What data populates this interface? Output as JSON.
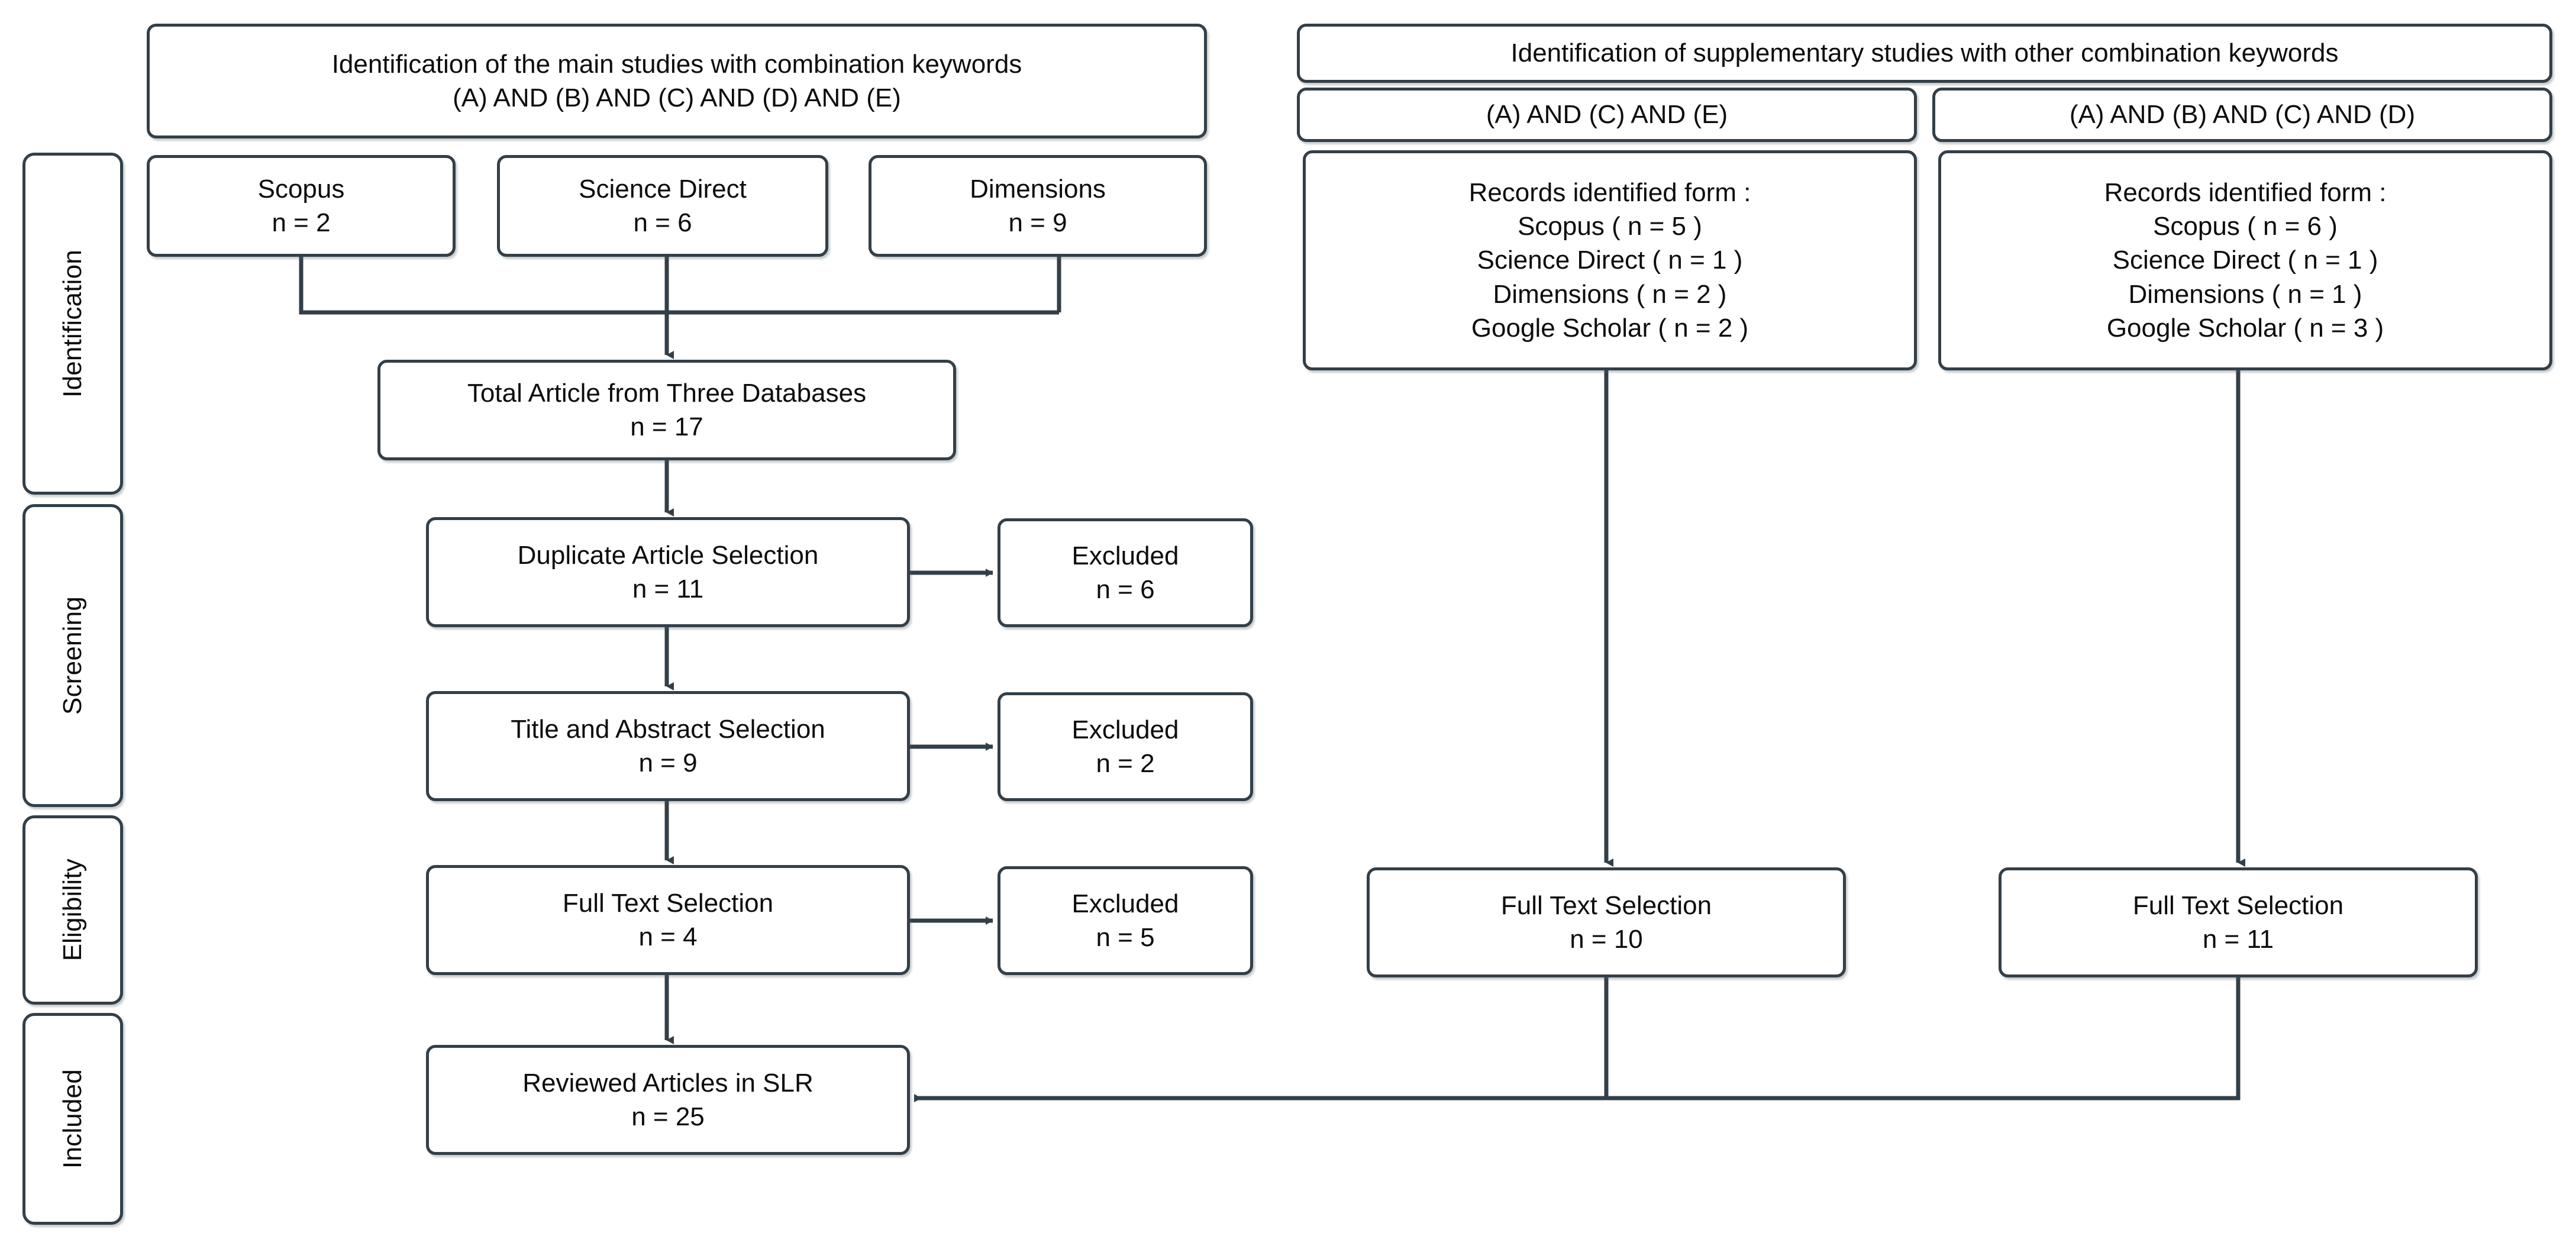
{
  "meta": {
    "title": "PRISMA study selection flow diagram",
    "accent_color": "#333F48",
    "background_color": "#FFFFFF",
    "text_color": "#0C0C0C"
  },
  "headers": {
    "main_keywords_line1": "Identification of the main studies with combination keywords",
    "main_keywords_line2": "(A) AND (B) AND (C) AND (D) AND (E)",
    "supplementary_keywords": "Identification of supplementary studies with other combination keywords",
    "supplementary_combo_1": "(A) AND (C) AND (E)",
    "supplementary_combo_2": "(A) AND (B) AND (C) AND (D)"
  },
  "stages": [
    {
      "label": "Identification"
    },
    {
      "label": "Screening"
    },
    {
      "label": "Eligibility"
    },
    {
      "label": "Included"
    }
  ],
  "databases": [
    {
      "name": "Scopus",
      "count": "n = 2"
    },
    {
      "name": "Science Direct",
      "count": "n = 6"
    },
    {
      "name": "Dimensions",
      "count": "n = 9"
    }
  ],
  "main_flow": {
    "total_articles": {
      "label": "Total Article from Three Databases",
      "count": "n = 17"
    },
    "duplicate": {
      "label": "Duplicate Article Selection",
      "count": "n = 11"
    },
    "title_abstract": {
      "label": "Title and Abstract Selection",
      "count": "n = 9"
    },
    "full_text": {
      "label": "Full Text Selection",
      "count": "n = 4"
    },
    "reviewed": {
      "label": "Reviewed Articles in SLR",
      "count": "n = 25"
    }
  },
  "excluded": [
    {
      "label": "Excluded",
      "count": "n = 6"
    },
    {
      "label": "Excluded",
      "count": "n = 2"
    },
    {
      "label": "Excluded",
      "count": "n = 5"
    }
  ],
  "supplementary": [
    {
      "combo": "(A) AND (C) AND (E)",
      "records_heading": "Records identified form :",
      "records": [
        "Scopus ( n = 5 )",
        "Science Direct ( n = 1 )",
        "Dimensions ( n = 2 )",
        "Google Scholar ( n = 2 )"
      ],
      "full_text": {
        "label": "Full Text Selection",
        "count": "n = 10"
      }
    },
    {
      "combo": "(A) AND (B) AND (C) AND (D)",
      "records_heading": "Records identified form :",
      "records": [
        "Scopus ( n = 6 )",
        "Science Direct ( n = 1 )",
        "Dimensions ( n = 1 )",
        "Google Scholar ( n = 3 )"
      ],
      "full_text": {
        "label": "Full Text Selection",
        "count": "n = 11"
      }
    }
  ],
  "chart_data": {
    "type": "diagram",
    "title": "PRISMA flow of study identification, screening, eligibility and inclusion",
    "nodes": [
      {
        "id": "scopus",
        "stage": "Identification",
        "label": "Scopus",
        "n": 2
      },
      {
        "id": "science-direct",
        "stage": "Identification",
        "label": "Science Direct",
        "n": 6
      },
      {
        "id": "dimensions",
        "stage": "Identification",
        "label": "Dimensions",
        "n": 9
      },
      {
        "id": "total",
        "stage": "Identification",
        "label": "Total Article from Three Databases",
        "n": 17
      },
      {
        "id": "duplicate",
        "stage": "Screening",
        "label": "Duplicate Article Selection",
        "n": 11
      },
      {
        "id": "excluded-1",
        "stage": "Screening",
        "label": "Excluded",
        "n": 6
      },
      {
        "id": "title-abstract",
        "stage": "Screening",
        "label": "Title and Abstract Selection",
        "n": 9
      },
      {
        "id": "excluded-2",
        "stage": "Screening",
        "label": "Excluded",
        "n": 2
      },
      {
        "id": "full-text",
        "stage": "Eligibility",
        "label": "Full Text Selection",
        "n": 4
      },
      {
        "id": "excluded-3",
        "stage": "Eligibility",
        "label": "Excluded",
        "n": 5
      },
      {
        "id": "reviewed",
        "stage": "Included",
        "label": "Reviewed Articles in SLR",
        "n": 25
      },
      {
        "id": "supp-1-full",
        "stage": "Eligibility",
        "label": "Full Text Selection",
        "n": 10
      },
      {
        "id": "supp-2-full",
        "stage": "Eligibility",
        "label": "Full Text Selection",
        "n": 11
      }
    ],
    "edges": [
      {
        "from": "scopus",
        "to": "total"
      },
      {
        "from": "science-direct",
        "to": "total"
      },
      {
        "from": "dimensions",
        "to": "total"
      },
      {
        "from": "total",
        "to": "duplicate"
      },
      {
        "from": "duplicate",
        "to": "excluded-1"
      },
      {
        "from": "duplicate",
        "to": "title-abstract"
      },
      {
        "from": "title-abstract",
        "to": "excluded-2"
      },
      {
        "from": "title-abstract",
        "to": "full-text"
      },
      {
        "from": "full-text",
        "to": "excluded-3"
      },
      {
        "from": "full-text",
        "to": "reviewed"
      },
      {
        "from": "supp-1-full",
        "to": "reviewed"
      },
      {
        "from": "supp-2-full",
        "to": "reviewed"
      }
    ]
  }
}
